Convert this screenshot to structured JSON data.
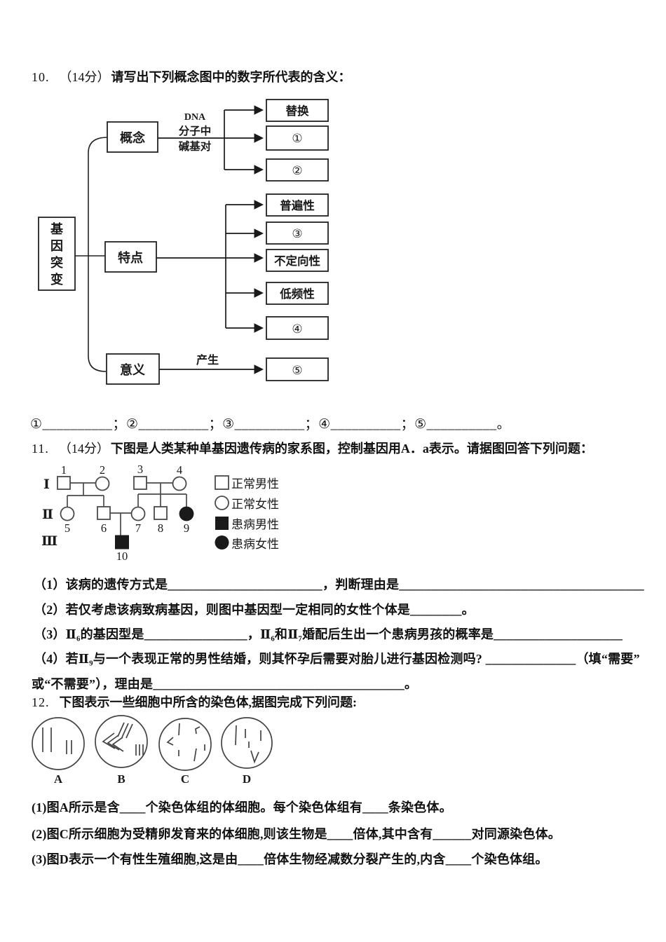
{
  "q10": {
    "number": "10.",
    "points": "（14分）",
    "title": "请写出下列概念图中的数字所代表的含义：",
    "diagram": {
      "root_chars": [
        "基",
        "因",
        "突",
        "变"
      ],
      "branch_concept": "概念",
      "branch_feature": "特点",
      "branch_meaning": "意义",
      "dna_line1": "DNA",
      "dna_line2": "分子中",
      "dna_line3": "碱基对",
      "produce_label": "产生",
      "box_substitute": "替换",
      "box_1": "①",
      "box_2": "②",
      "box_universal": "普遍性",
      "box_3": "③",
      "box_nondirectional": "不定向性",
      "box_lowfreq": "低频性",
      "box_4": "④",
      "box_5": "⑤"
    },
    "answer_line": "①__________；②__________；③__________；④__________；⑤__________。"
  },
  "q11": {
    "number": "11.",
    "points": "（14分）",
    "title": "下图是人类某种单基因遗传病的家系图，控制基因用A．a表示。请据图回答下列问题：",
    "pedigree": {
      "generation_labels": [
        "Ⅰ",
        "Ⅱ",
        "Ⅲ"
      ],
      "individual_numbers": [
        "1",
        "2",
        "3",
        "4",
        "5",
        "6",
        "7",
        "8",
        "9",
        "10"
      ],
      "legend": [
        {
          "symbol": "square-open",
          "label": "正常男性"
        },
        {
          "symbol": "circle-open",
          "label": "正常女性"
        },
        {
          "symbol": "square-filled",
          "label": "患病男性"
        },
        {
          "symbol": "circle-filled",
          "label": "患病女性"
        }
      ]
    },
    "item1": "（1）该病的遗传方式是________________________，判断理由是______________________________________",
    "item2": "（2）若仅考虑该病致病基因，则图中基因型一定相同的女性个体是________。",
    "item3": "（3）Ⅱ₆的基因型是________________，Ⅱ₆和Ⅱ₇婚配后生出一个患病男孩的概率是____________________",
    "item4_line1": "（4）若Ⅱ₉与一个表现正常的男性结婚，则其怀孕后需要对胎儿进行基因检测吗? ______________（填“需要”",
    "item4_line2": "或“不需要”），理由是_______________________________________。"
  },
  "q12": {
    "number": "12.",
    "title": "下图表示一些细胞中所含的染色体,据图完成下列问题:",
    "cell_labels": [
      "A",
      "B",
      "C",
      "D"
    ],
    "item1": "(1)图A所示是含____个染色体组的体细胞。每个染色体组有____条染色体。",
    "item2": "(2)图C所示细胞为受精卵发育来的体细胞,则该生物是____倍体,其中含有______对同源染色体。",
    "item3": "(3)图D表示一个有性生殖细胞,这是由____倍体生物经减数分裂产生的,内含____个染色体组。"
  }
}
